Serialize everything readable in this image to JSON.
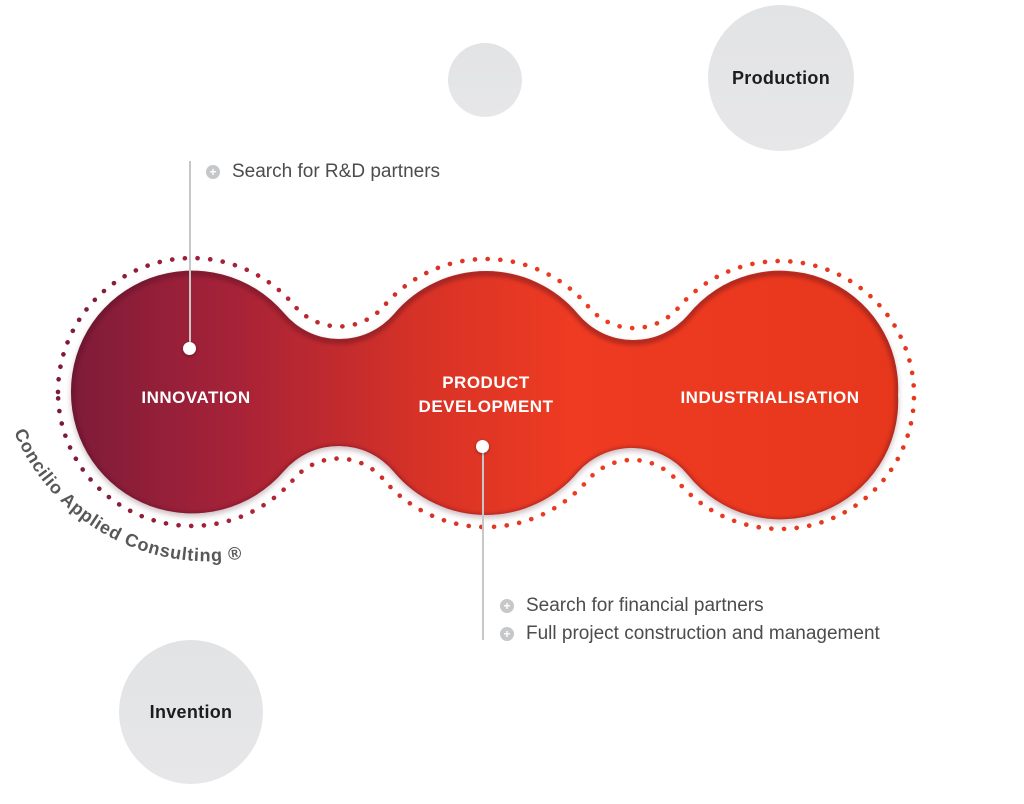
{
  "brand": {
    "curved_label": "Concilio Applied Consulting ®"
  },
  "stages": [
    {
      "label": "INNOVATION"
    },
    {
      "label": "PRODUCT\nDEVELOPMENT"
    },
    {
      "label": "INDUSTRIALISATION"
    }
  ],
  "annotations": [
    {
      "items": [
        "Search for R&D partners"
      ]
    },
    {
      "items": [
        "Search for financial partners",
        "Full project construction and management"
      ]
    }
  ],
  "context_circles": {
    "production": "Production",
    "invention": "Invention"
  },
  "icons": {
    "bullet": "plus-icon"
  },
  "colors": {
    "gradient": [
      "#7b1b39",
      "#a52238",
      "#d63227",
      "#ee3b22",
      "#e6371c"
    ],
    "context_circle_fill": "#e4e5e7",
    "annotation_text": "#4c4c4e",
    "curved_text": "#58585a",
    "leader_line": "#c7c7c9",
    "bullet_fill": "#c6c7c9",
    "stage_text": "#ffffff"
  }
}
